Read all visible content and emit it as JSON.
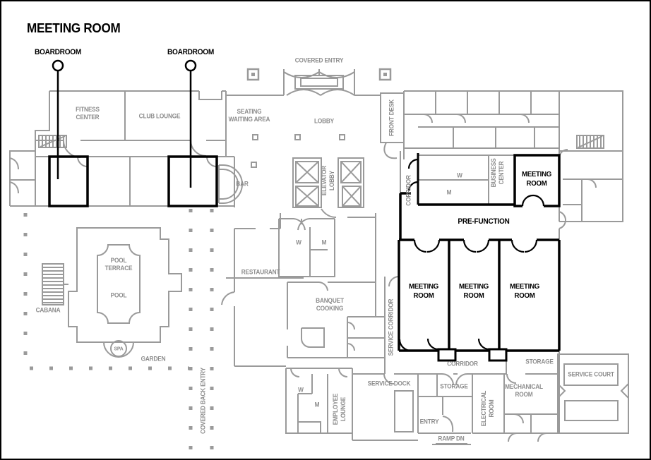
{
  "title": "MEETING ROOM",
  "colors": {
    "wall_gray": "#9a9a9a",
    "text_gray": "#8c8c8c",
    "highlight_black": "#000000",
    "background": "#ffffff"
  },
  "callouts": {
    "left": "BOARDROOM",
    "right": "BOARDROOM"
  },
  "rooms": {
    "covered_entry": "COVERED ENTRY",
    "fitness_center": "FITNESS\nCENTER",
    "club_lounge": "CLUB LOUNGE",
    "seating_waiting_area": "SEATING\nWAITING AREA",
    "lobby": "LOBBY",
    "front_desk": "FRONT DESK",
    "bar": "BAR",
    "elevator_lobby": "ELEVATOR\nLOBBY",
    "w_center": "W",
    "m_center": "M",
    "corridor_mid": "CORRIDOR",
    "w_upper": "W",
    "m_upper": "M",
    "business_center": "BUSINESS\nCENTER",
    "meeting_room_top_right": "MEETING\nROOM",
    "pre_function": "PRE-FUNCTION",
    "meeting_room_1": "MEETING\nROOM",
    "meeting_room_2": "MEETING\nROOM",
    "meeting_room_3": "MEETING\nROOM",
    "service_corridor": "SERVICE CORRIDOR",
    "pool_terrace": "POOL\nTERRACE",
    "pool": "POOL",
    "cabana": "CABANA",
    "spa": "SPA",
    "garden": "GARDEN",
    "restaurant": "RESTAURANT",
    "banquet_cooking": "BANQUET\nCOOKING",
    "covered_back_entry": "COVERED BACK ENTRY",
    "w_employee": "W",
    "m_employee": "M",
    "employee_lounge": "EMPLOYEE\nLOUNGE",
    "service_dock": "SERVICE DOCK",
    "corridor_bottom": "CORRIDOR",
    "storage_ne": "STORAGE",
    "storage_mid": "STORAGE",
    "entry": "ENTRY",
    "ramp_dn": "RAMP DN",
    "electrical_room": "ELECTRICAL\nROOM",
    "mechanical_room": "MECHANICAL\nROOM",
    "service_court": "SERVICE COURT"
  }
}
